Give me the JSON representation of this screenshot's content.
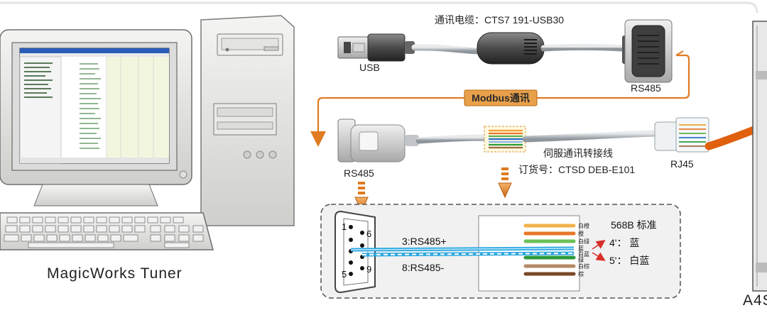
{
  "labels": {
    "software_name": "MagicWorks Tuner",
    "cable_title": "通讯电缆：CTS7 191-USB30",
    "usb": "USB",
    "rs485_top": "RS485",
    "modbus": "Modbus通讯",
    "rs485_left": "RS485",
    "servo_cable": "伺服通讯转接线",
    "order_no": "订货号：CTSD DEB-E101",
    "rj45": "RJ45",
    "drive_partial": "A4S"
  },
  "db9": {
    "pin1": "1",
    "pin6": "6",
    "pin5": "5",
    "pin9": "9",
    "signal_plus": "3:RS485+",
    "signal_minus": "8:RS485-"
  },
  "rj45_wiring": {
    "title": "568B 标准",
    "pin4": "4'：  蓝",
    "pin5": "5'：  白蓝",
    "wire_labels": [
      "白橙",
      "橙",
      "白绿",
      "蓝",
      "白蓝",
      "绿",
      "白棕",
      "棕"
    ]
  },
  "colors": {
    "accent_orange": "#e07b20",
    "modbus_box": "#e9a04a",
    "signal_blue": "#2aa7e0",
    "arrow_red": "#d8302a"
  }
}
